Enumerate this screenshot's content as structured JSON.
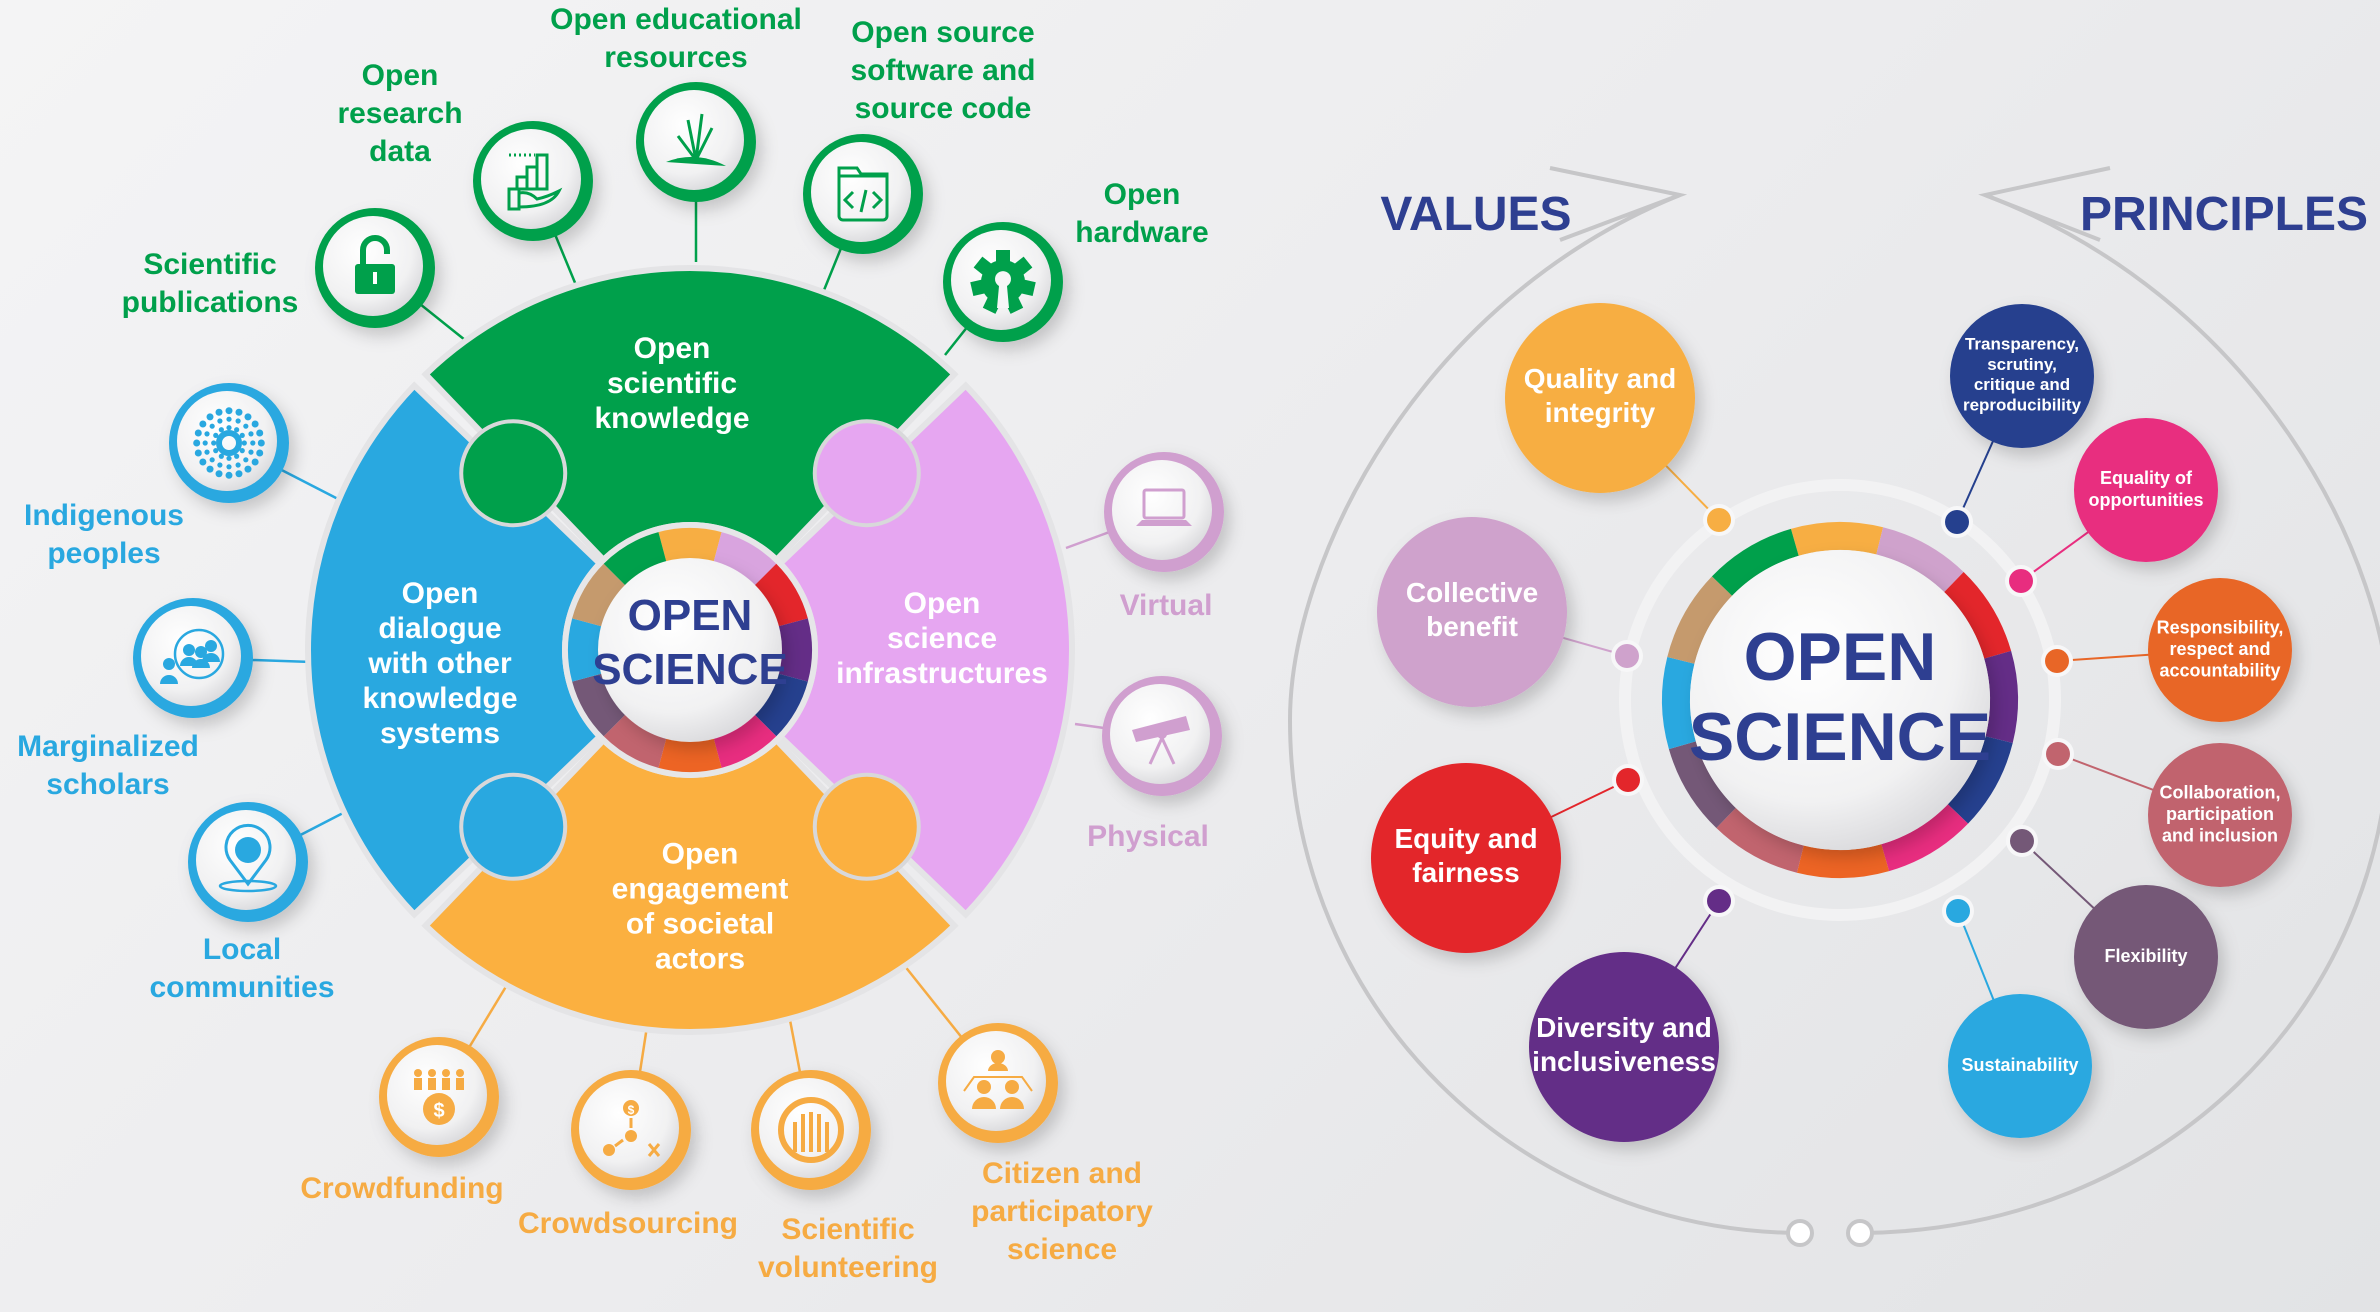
{
  "left": {
    "center": {
      "line1": "OPEN",
      "line2": "SCIENCE"
    },
    "pillars": [
      {
        "id": "knowledge",
        "lines": [
          "Open",
          "scientific",
          "knowledge"
        ],
        "color": "#00a04b"
      },
      {
        "id": "infrastructures",
        "lines": [
          "Open",
          "science",
          "infrastructures"
        ],
        "color": "#e6a6f1"
      },
      {
        "id": "engagement",
        "lines": [
          "Open",
          "engagement",
          "of societal",
          "actors"
        ],
        "color": "#fbb040"
      },
      {
        "id": "dialogue",
        "lines": [
          "Open",
          "dialogue",
          "with other",
          "knowledge",
          "systems"
        ],
        "color": "#29a8e0"
      }
    ],
    "ring_colors": [
      "#f7ae43",
      "#d9a4df",
      "#e3262b",
      "#642d87",
      "#25408e",
      "#e82d7f",
      "#ed6424",
      "#c1646e",
      "#745877",
      "#29a8e0",
      "#c59a6d",
      "#00a04b"
    ],
    "satellites": [
      {
        "pillar": "knowledge",
        "icon": "open-lock-icon",
        "lines": [
          "Scientific",
          "publications"
        ]
      },
      {
        "pillar": "knowledge",
        "icon": "data-chart-hand-icon",
        "lines": [
          "Open",
          "research",
          "data"
        ]
      },
      {
        "pillar": "knowledge",
        "icon": "open-book-hands-icon",
        "lines": [
          "Open educational",
          "resources"
        ]
      },
      {
        "pillar": "knowledge",
        "icon": "code-window-icon",
        "lines": [
          "Open source",
          "software and",
          "source code"
        ]
      },
      {
        "pillar": "knowledge",
        "icon": "open-hardware-gear-icon",
        "lines": [
          "Open",
          "hardware"
        ]
      },
      {
        "pillar": "infrastructures",
        "icon": "laptop-icon",
        "lines": [
          "Virtual"
        ]
      },
      {
        "pillar": "infrastructures",
        "icon": "telescope-icon",
        "lines": [
          "Physical"
        ]
      },
      {
        "pillar": "engagement",
        "icon": "crowdfunding-icon",
        "lines": [
          "Crowdfunding"
        ]
      },
      {
        "pillar": "engagement",
        "icon": "crowdsourcing-icon",
        "lines": [
          "Crowdsourcing"
        ]
      },
      {
        "pillar": "engagement",
        "icon": "raised-hands-icon",
        "lines": [
          "Scientific",
          "volunteering"
        ]
      },
      {
        "pillar": "engagement",
        "icon": "group-hierarchy-icon",
        "lines": [
          "Citizen and",
          "participatory",
          "science"
        ]
      },
      {
        "pillar": "dialogue",
        "icon": "indigenous-dots-icon",
        "lines": [
          "Indigenous",
          "peoples"
        ]
      },
      {
        "pillar": "dialogue",
        "icon": "scholars-icon",
        "lines": [
          "Marginalized",
          "scholars"
        ]
      },
      {
        "pillar": "dialogue",
        "icon": "location-community-icon",
        "lines": [
          "Local",
          "communities"
        ]
      }
    ],
    "satellite_colors": {
      "knowledge": "#00a04b",
      "infrastructures": "#d09fcf",
      "engagement": "#f6ab43",
      "dialogue": "#29a8e0"
    }
  },
  "right": {
    "center": {
      "line1": "OPEN",
      "line2": "SCIENCE"
    },
    "values_heading": "VALUES",
    "principles_heading": "PRINCIPLES",
    "heading_color": "#2e3f91",
    "values": [
      {
        "lines": [
          "Quality and",
          "integrity"
        ],
        "color": "#f7ae43"
      },
      {
        "lines": [
          "Collective",
          "benefit"
        ],
        "color": "#cfa2cc"
      },
      {
        "lines": [
          "Equity and",
          "fairness"
        ],
        "color": "#e3262b"
      },
      {
        "lines": [
          "Diversity and",
          "inclusiveness"
        ],
        "color": "#642d87"
      }
    ],
    "principles": [
      {
        "lines": [
          "Transparency,",
          "scrutiny,",
          "critique and",
          "reproducibility"
        ],
        "color": "#25408e"
      },
      {
        "lines": [
          "Equality of",
          "opportunities"
        ],
        "color": "#e82d7f"
      },
      {
        "lines": [
          "Responsibility,",
          "respect and",
          "accountability"
        ],
        "color": "#e86627"
      },
      {
        "lines": [
          "Collaboration,",
          "participation",
          "and inclusion"
        ],
        "color": "#c1646e"
      },
      {
        "lines": [
          "Flexibility"
        ],
        "color": "#745877"
      },
      {
        "lines": [
          "Sustainability"
        ],
        "color": "#29a8e0"
      }
    ],
    "ring_colors": [
      "#f7ae43",
      "#cfa2cc",
      "#e3262b",
      "#642d87",
      "#25408e",
      "#e82d7f",
      "#ed6424",
      "#c1646e",
      "#745877",
      "#29a8e0",
      "#c59a6d",
      "#00a04b"
    ]
  }
}
